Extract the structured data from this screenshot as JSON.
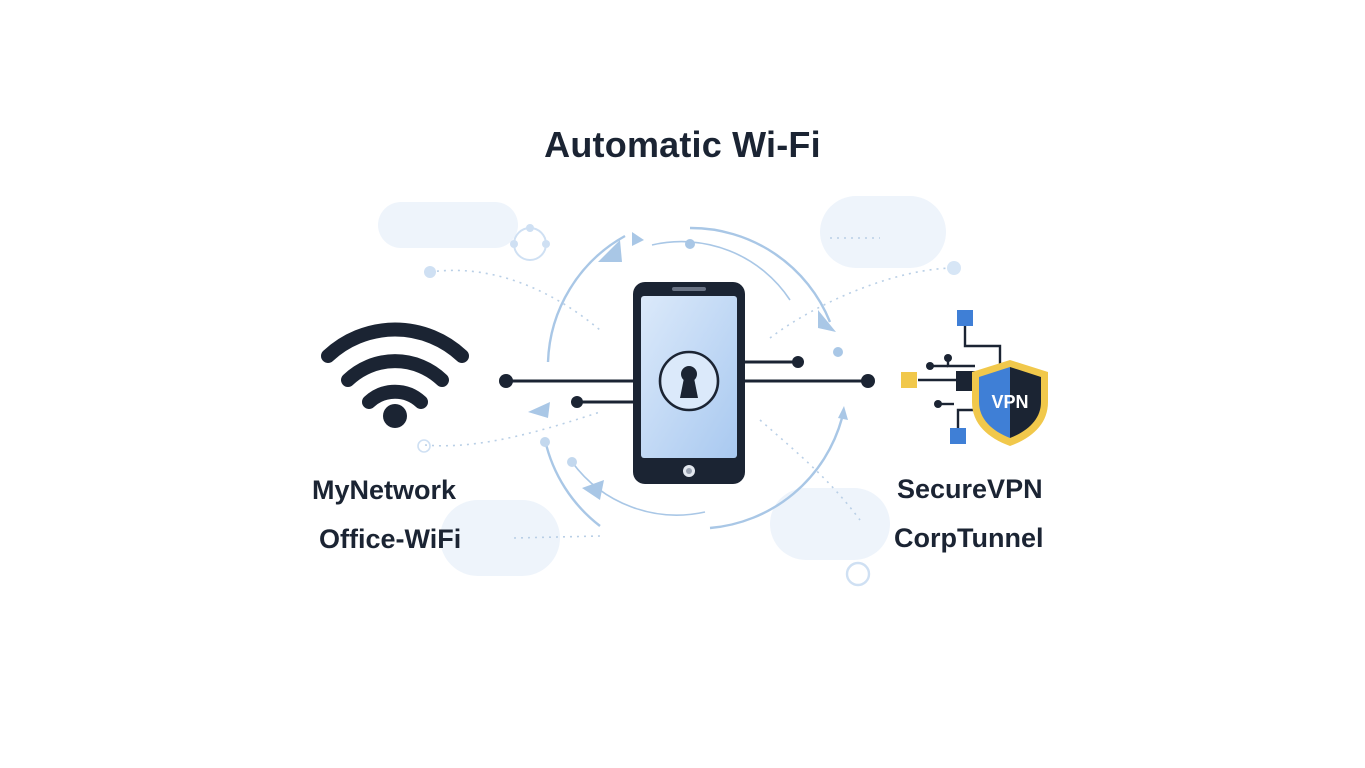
{
  "title": "Automatic Wi-Fi",
  "left_networks": [
    "MyNetwork",
    "Office-WiFi"
  ],
  "right_networks": [
    "SecureVPN",
    "CorpTunnel"
  ],
  "vpn_badge": "VPN",
  "icons": {
    "wifi": "wifi-icon",
    "phone": "smartphone-icon",
    "lock": "keyhole-icon",
    "vpn": "vpn-shield-icon",
    "network": "network-nodes-icon"
  },
  "colors": {
    "dark": "#1b2433",
    "accent_blue": "#3f7fd6",
    "light_blue": "#a9c7e6",
    "yellow": "#f1c84b",
    "screen": "#c4daf5"
  }
}
